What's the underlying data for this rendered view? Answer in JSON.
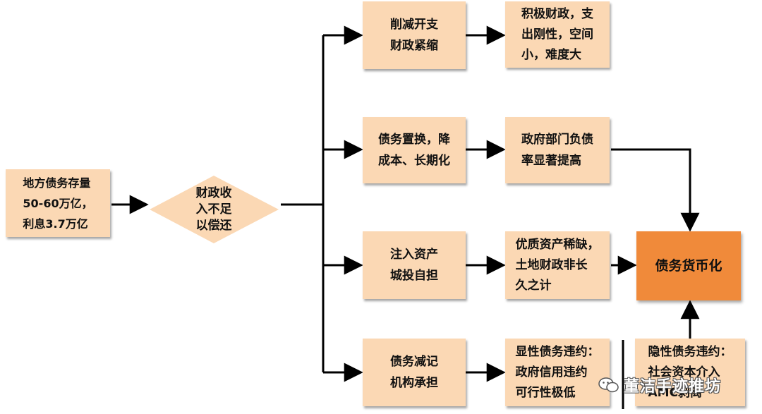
{
  "source": {
    "label": "地方债务存量\n50-60万亿，\n利息3.7万亿"
  },
  "decision": {
    "label": "财政收\n入不足\n以偿还"
  },
  "options": [
    {
      "label": "削减开支\n财政紧缩",
      "outcome": "积极财政，支\n出刚性，空间\n小，难度大"
    },
    {
      "label": "债务置换，降\n成本、长期化",
      "outcome": "政府部门负债\n率显著提高"
    },
    {
      "label": "注入资产\n城投自担",
      "outcome": "优质资产稀缺，\n土地财政非长\n久之计"
    },
    {
      "label": "债务减记\n机构承担",
      "outcome": "显性债务违约：\n政府信用违约\n可行性极低"
    }
  ],
  "implicit_default": {
    "label": "隐性债务违约：\n社会资本介入\nAMC剥离"
  },
  "result": {
    "label": "债务货币化"
  },
  "watermark": {
    "text": "董洁手迹推坊",
    "icon": "wechat-bubbles-icon"
  },
  "colors": {
    "box_fill": "#fbd8b4",
    "highlight_fill": "#f08a3a",
    "line": "#000000"
  }
}
